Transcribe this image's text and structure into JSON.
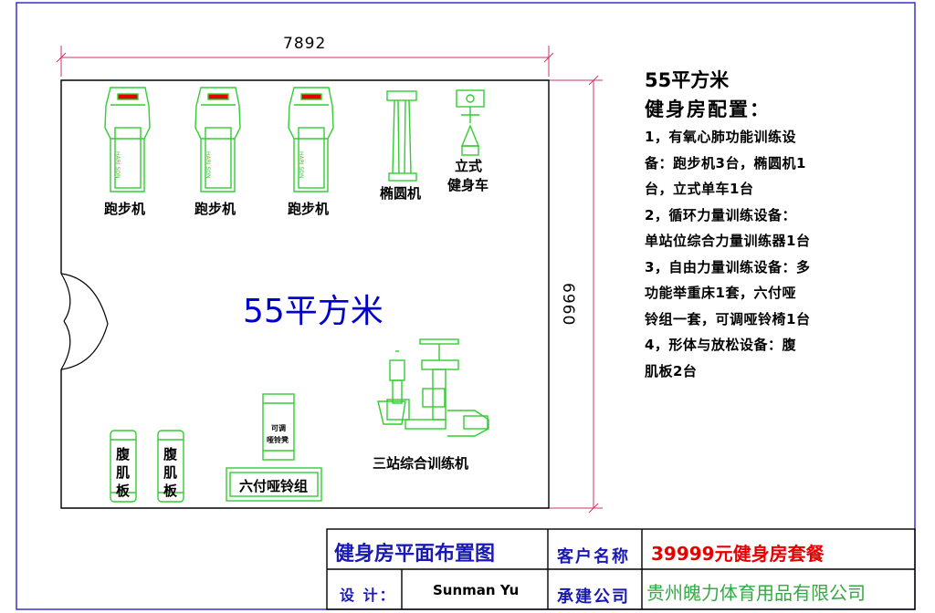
{
  "dimensions": {
    "width_label": "7892",
    "height_label": "6960"
  },
  "room_area_label": "55平方米",
  "equipment_labels": {
    "treadmill_1": "跑步机",
    "treadmill_2": "跑步机",
    "treadmill_3": "跑步机",
    "elliptical": "椭圆机",
    "upright_bike_line1": "立式",
    "upright_bike_line2": "健身车",
    "treadmill_brand_text": "HARI SON",
    "ab_board_1": "腹肌板",
    "ab_board_2": "腹肌板",
    "bench_line1": "可调",
    "bench_line2": "哑铃凳",
    "dumbbell_set": "六付哑铃组",
    "multi_station": "三站综合训练机"
  },
  "notes": {
    "title": "55平方米",
    "subtitle": "健身房配置：",
    "lines": [
      "1，有氧心肺功能训练设",
      "备：跑步机3台，椭圆机1",
      "台，立式单车1台",
      "2，循环力量训练设备：",
      "单站位综合力量训练器1台",
      "3，自由力量训练设备：多",
      "功能举重床1套，六付哑",
      "铃组一套，可调哑铃椅1台",
      "4，形体与放松设备：腹",
      "肌板2台"
    ]
  },
  "title_block": {
    "drawing_title": "健身房平面布置图",
    "client_label": "客户名称",
    "client_value": "39999元健身房套餐",
    "designer_label": "设 计：",
    "designer_value": "Sunman Yu",
    "contractor_label": "承建公司",
    "contractor_value": "贵州魄力体育用品有限公司"
  },
  "colors": {
    "border": "#3333cc",
    "wall": "#000000",
    "equipment": "#33cc33",
    "dimension_line": "#cc3366",
    "area_text": "#0000cc",
    "title_blue": "#1a1ab3",
    "client_red": "#e60000",
    "company_green": "#33aa44"
  }
}
